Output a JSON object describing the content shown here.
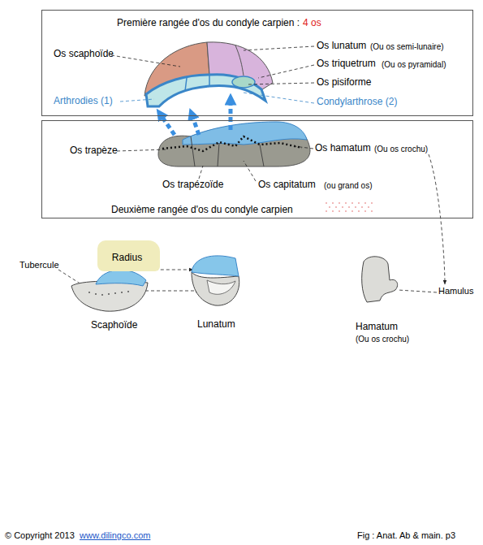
{
  "diagram": {
    "nodes": [
      {
        "text": [
          "Première rangée d'os du condyle carpien :",
          "4 os"
        ]
      },
      {
        "text": [
          "Deuxième rangée d'os du condyle carpien"
        ]
      },
      {
        "text": [
          "Radius"
        ]
      }
    ],
    "labels": [
      "Os scaphoïde",
      "Os lunatum",
      "(Ou os semi-lunaire)",
      "Os triquetrum",
      "(Ou os pyramidal)",
      "Os pisiforme",
      "Arthrodies (1)",
      "Condylarthrose (2)",
      "Os trapèze",
      "Os hamatum",
      "(Ou os crochu)",
      "Os trapézoïde",
      "Os capitatum",
      "(ou grand os)",
      "Tubercule",
      "Scaphoïde",
      "Lunatum",
      "Hamulus",
      "Hamatum",
      "(Ou os crochu)",
      "© Copyright 2013",
      "www.dilingco.com",
      "Fig :  Anat. Ab & main. p3"
    ]
  }
}
